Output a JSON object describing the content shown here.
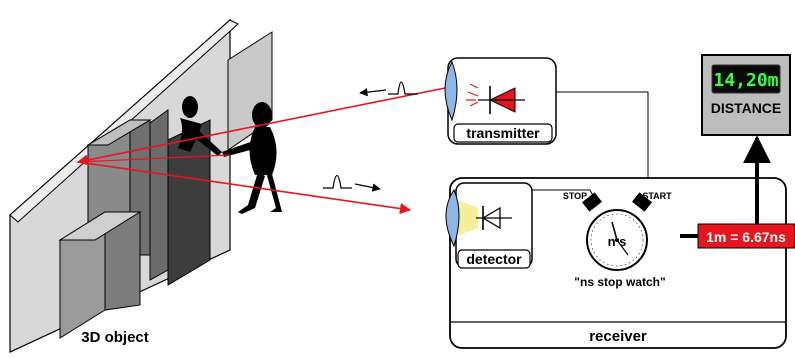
{
  "labels": {
    "object": "3D object",
    "transmitter": "transmitter",
    "detector": "detector",
    "receiver": "receiver",
    "stop": "STOP",
    "start": "START",
    "stopwatch": "\"ns stop watch\"",
    "watch_face": "n s",
    "conversion": "1m = 6.67ns",
    "display_value": "14,20m",
    "distance": "DISTANCE"
  },
  "colors": {
    "laser": "#e8141e",
    "conversion_box": "#e8141e",
    "display_bg": "#0a0a0a",
    "display_text": "#39ff3a",
    "meter_panel": "#bdbdbd",
    "lens": "#8fb8ea",
    "detector_beam": "#f6ef9a"
  },
  "icons": {
    "transmitter_diode": "red-diode-icon",
    "detector_diode": "photodiode-icon",
    "pulse_out": "pulse-arrow-left-icon",
    "pulse_return": "pulse-arrow-right-icon"
  }
}
